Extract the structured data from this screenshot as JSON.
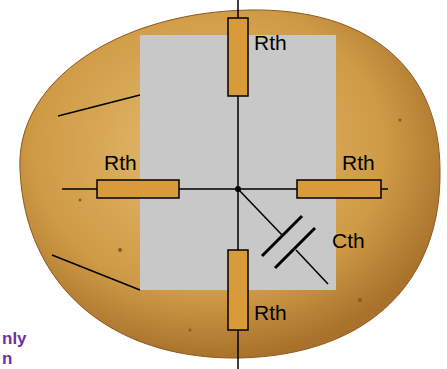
{
  "diagram": {
    "labels": [
      "Rth",
      "Rth",
      "Rth",
      "Rth",
      "Cth",
      "nly",
      "n"
    ]
  }
}
